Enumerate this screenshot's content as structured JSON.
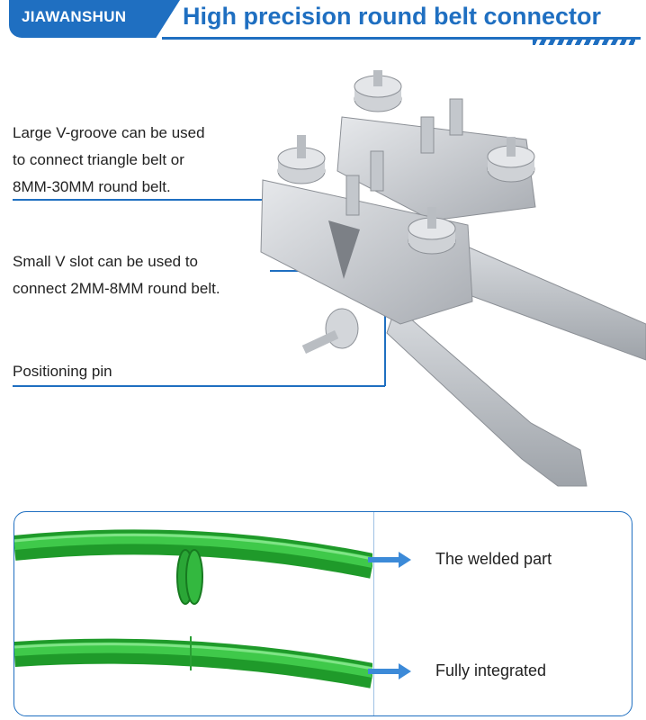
{
  "header": {
    "brand": "JIAWANSHUN",
    "title": "High precision round belt connector"
  },
  "callouts": {
    "large_groove": [
      "Large V-groove can be used",
      "to connect triangle belt or",
      "8MM-30MM round belt."
    ],
    "small_slot": [
      "Small V slot can be used to",
      "connect 2MM-8MM round belt."
    ],
    "pin": "Positioning pin"
  },
  "belts": {
    "welded": "The welded part",
    "integrated": "Fully integrated"
  },
  "colors": {
    "accent": "#1f6fc1",
    "belt_green": "#27b533",
    "metal": "#c8cbd0"
  },
  "icons": {
    "arrow": "arrow-right-icon"
  }
}
